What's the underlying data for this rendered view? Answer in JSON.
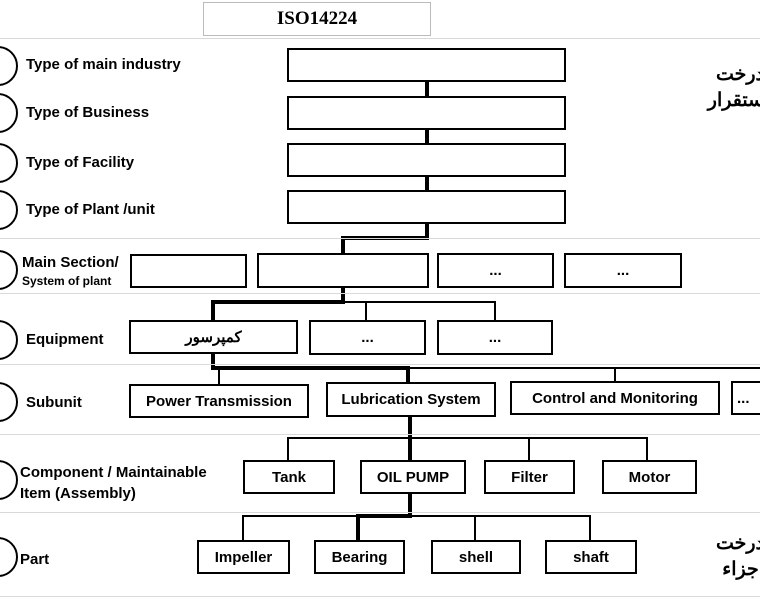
{
  "title": "ISO14224",
  "levels": {
    "industry": "Type of main industry",
    "business": "Type of  Business",
    "facility": "Type of  Facility",
    "plant": "Type of  Plant /unit",
    "section_1": "Main Section/",
    "section_2": "System of plant",
    "equipment": "Equipment",
    "subunit": "Subunit",
    "component_1": "Component / Maintainable",
    "component_2": "Item (Assembly)",
    "part": "Part"
  },
  "sections": [
    "",
    "",
    "...",
    "..."
  ],
  "equipment": [
    "کمپرسور",
    "...",
    "..."
  ],
  "subunits": [
    "Power Transmission",
    "Lubrication System",
    "Control and Monitoring",
    "..."
  ],
  "components": [
    "Tank",
    "OIL PUMP",
    "Filter",
    "Motor"
  ],
  "parts": [
    "Impeller",
    "Bearing",
    "shell",
    "shaft"
  ],
  "side_labels": {
    "top_1": "درخت",
    "top_2": "ستقرار",
    "bottom_1": "درخت",
    "bottom_2": "اجزاء"
  }
}
